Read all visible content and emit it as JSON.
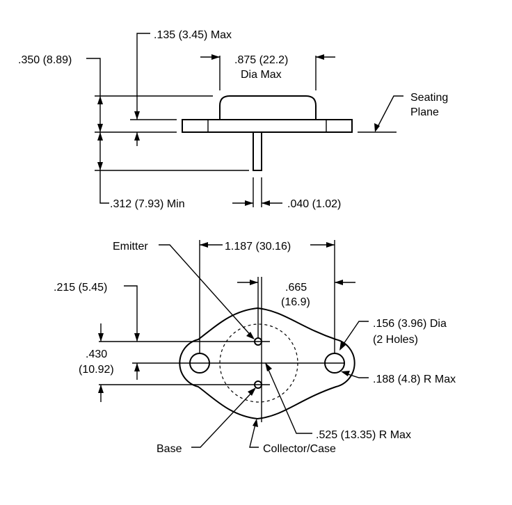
{
  "side_view": {
    "flange_thickness": ".135 (3.45) Max",
    "body_height": ".350 (8.89)",
    "can_diameter": ".875 (22.2)",
    "can_diameter_note": "Dia Max",
    "seating_plane_line1": "Seating",
    "seating_plane_line2": "Plane",
    "lead_length": ".312 (7.93) Min",
    "lead_diameter": ".040 (1.02)"
  },
  "top_view": {
    "emitter": "Emitter",
    "hole_spacing": "1.187 (30.16)",
    "pin_offset": ".215 (5.45)",
    "mount_spacing_line1": ".665",
    "mount_spacing_line2": "(16.9)",
    "pin_spacing_line1": ".430",
    "pin_spacing_line2": "(10.92)",
    "hole_dia_line1": ".156 (3.96) Dia",
    "hole_dia_line2": "(2 Holes)",
    "end_radius": ".188 (4.8) R Max",
    "body_radius": ".525 (13.35) R Max",
    "base": "Base",
    "collector_case": "Collector/Case"
  }
}
